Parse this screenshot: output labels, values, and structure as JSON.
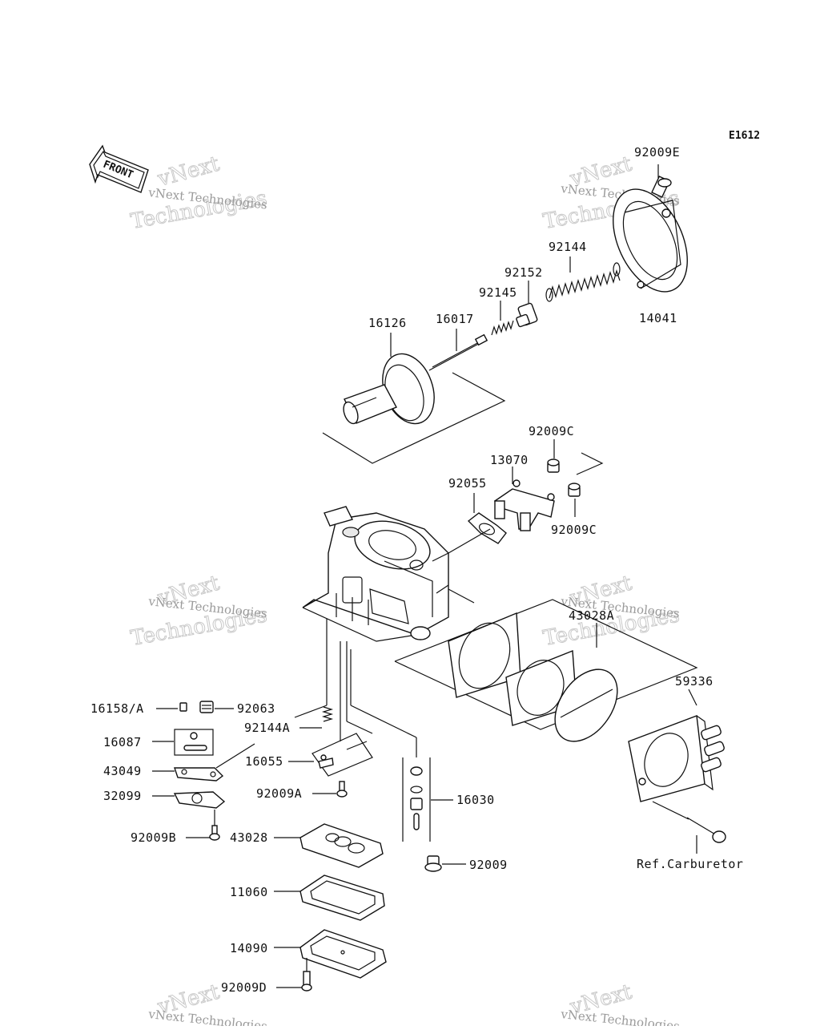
{
  "diagram_code": "E1612",
  "front_label": "FRONT",
  "ref_label": "Ref.Carburetor",
  "watermark": {
    "line1": "vNext",
    "line2": "Technologies",
    "line3": "vNext Technologies"
  },
  "parts": {
    "p92009E": "92009E",
    "p92144": "92144",
    "p92152": "92152",
    "p92145": "92145",
    "p16017": "16017",
    "p16126": "16126",
    "p14041": "14041",
    "p92009C_top": "92009C",
    "p13070": "13070",
    "p92055": "92055",
    "p92009C_bot": "92009C",
    "p43028A": "43028A",
    "p59336": "59336",
    "p16158A": "16158/A",
    "p92063": "92063",
    "p92144A": "92144A",
    "p16087": "16087",
    "p16055": "16055",
    "p43049": "43049",
    "p92009A": "92009A",
    "p16030": "16030",
    "p32099": "32099",
    "p92009B": "92009B",
    "p43028": "43028",
    "p92009": "92009",
    "p11060": "11060",
    "p14090": "14090",
    "p92009D": "92009D"
  }
}
